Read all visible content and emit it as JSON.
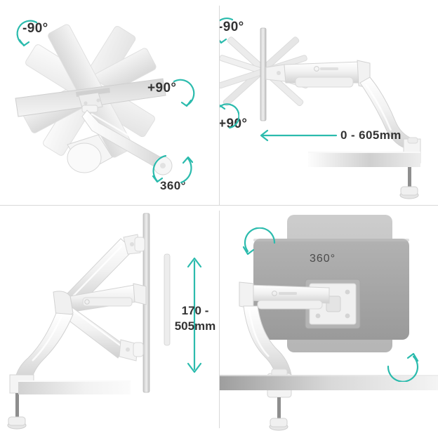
{
  "document": {
    "type": "product-specification-diagram",
    "subject": "gas-spring monitor desk mount arm",
    "background_color": "#ffffff",
    "accent_color": "#2bbbad",
    "text_color": "#333333",
    "hardware_color": "#f2f2f2",
    "screen_color": "#9a9a9a"
  },
  "panels": [
    {
      "id": "panel-tl",
      "name": "screen-rotation-panel",
      "position": "top-left",
      "description": "Monitor shown fanned through multiple rotated positions around the mount pivot",
      "annotations": [
        {
          "id": "rot-neg-90",
          "label": "-90°",
          "icon": "rotate-counterclockwise-arc-icon"
        },
        {
          "id": "rot-pos-90",
          "label": "+90°",
          "icon": "rotate-clockwise-arc-icon"
        },
        {
          "id": "rot-360-joint",
          "label": "360°",
          "icon": "rotate-both-arcs-icon"
        }
      ]
    },
    {
      "id": "panel-tr",
      "name": "reach-extension-panel",
      "position": "top-right",
      "description": "Side view of arm extended from desk clamp with monitor edge-on and ghosted rotations",
      "annotations": [
        {
          "id": "tr-rot-neg-90",
          "label": "-90°",
          "icon": "rotate-counterclockwise-arc-icon"
        },
        {
          "id": "tr-rot-pos-90",
          "label": "+90°",
          "icon": "rotate-clockwise-arc-icon"
        },
        {
          "id": "reach-range",
          "label": "0 - 605mm",
          "icon": "arrow-left-icon"
        }
      ]
    },
    {
      "id": "panel-bl",
      "name": "height-adjustment-panel",
      "position": "bottom-left",
      "description": "Side view showing arm raised and lowered positions with vertical travel range",
      "annotations": [
        {
          "id": "height-range",
          "label_line1": "170 -",
          "label_line2": "505mm",
          "icon": "arrow-up-down-icon"
        }
      ]
    },
    {
      "id": "panel-br",
      "name": "screen-swivel-panel",
      "position": "bottom-right",
      "description": "Rear view of monitor on VESA plate showing full rotation of the screen",
      "annotations": [
        {
          "id": "swivel-360",
          "label": "360°",
          "icon": "screen-label"
        },
        {
          "id": "swivel-arc-left",
          "label": "",
          "icon": "rotate-clockwise-arc-icon"
        },
        {
          "id": "swivel-arc-right",
          "label": "",
          "icon": "rotate-counterclockwise-arc-icon"
        }
      ]
    }
  ],
  "specifications": {
    "tilt_negative": "-90°",
    "tilt_positive": "+90°",
    "joint_rotation": "360°",
    "screen_rotation": "360°",
    "horizontal_reach": "0 - 605mm",
    "height_range_line1": "170 -",
    "height_range_line2": "505mm"
  }
}
